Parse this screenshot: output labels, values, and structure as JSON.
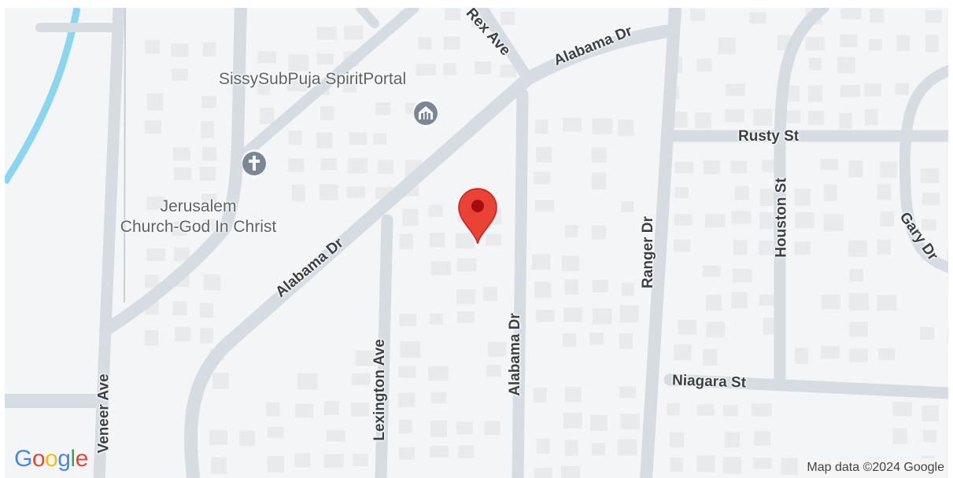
{
  "map": {
    "road_labels": [
      {
        "key": "rex",
        "text": "Rex Ave"
      },
      {
        "key": "alabama_top",
        "text": "Alabama Dr"
      },
      {
        "key": "alabama_diag",
        "text": "Alabama Dr"
      },
      {
        "key": "alabama_vert",
        "text": "Alabama Dr"
      },
      {
        "key": "rusty",
        "text": "Rusty St"
      },
      {
        "key": "houston",
        "text": "Houston St"
      },
      {
        "key": "ranger",
        "text": "Ranger Dr"
      },
      {
        "key": "gary",
        "text": "Gary Dr"
      },
      {
        "key": "lexington",
        "text": "Lexington Ave"
      },
      {
        "key": "niagara",
        "text": "Niagara St"
      },
      {
        "key": "veneer",
        "text": "Veneer Ave"
      }
    ],
    "places": {
      "portal": {
        "name": "SissySubPuja SpiritPortal",
        "icon": "temple-icon"
      },
      "church": {
        "name_line1": "Jerusalem",
        "name_line2": "Church-God In Christ",
        "icon": "cross-icon"
      }
    },
    "marker": {
      "icon": "location-pin-icon",
      "color": "#ea4335"
    },
    "logo": {
      "letters": [
        "G",
        "o",
        "o",
        "g",
        "l",
        "e"
      ],
      "colors": [
        "#4285f4",
        "#ea4335",
        "#fbbc05",
        "#4285f4",
        "#34a853",
        "#ea4335"
      ]
    },
    "attribution": "Map data ©2024 Google",
    "colors": {
      "background": "#f4f5f6",
      "road": "#d7dde3",
      "water": "#8ad5ef",
      "building": "#e8e9eb"
    }
  }
}
